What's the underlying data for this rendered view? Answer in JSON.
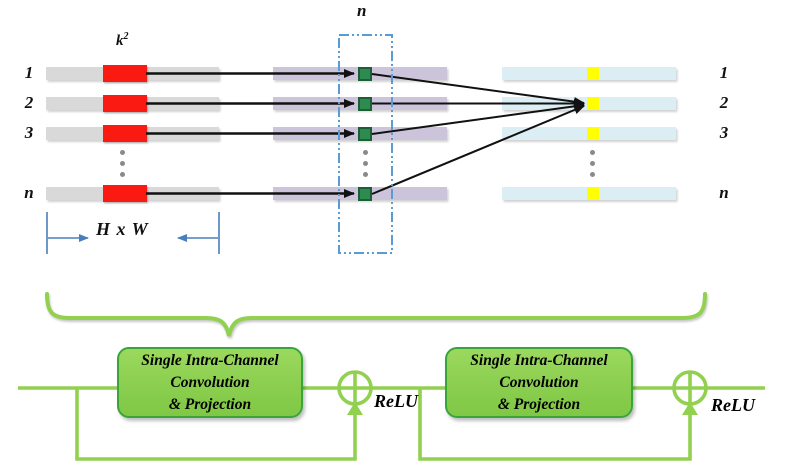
{
  "palette": {
    "green_line": "#92d050",
    "box_border_green": "#3aa43c",
    "box_fill_green": "#8ed052",
    "red_segment": "#fb1a12",
    "gray_bar": "#d9d9d9",
    "purple_bar": "#cbc4da",
    "light_blue_bar": "#daeef3",
    "yellow_square": "#ffff00",
    "green_square_fill": "#2e8b50",
    "green_square_border": "#1b5e38",
    "dashdot_box_blue": "#5b9bd5",
    "dimension_marker_blue": "#4a7ebb",
    "dot_gray": "#8a8a8a",
    "arrow_black": "#111111"
  },
  "top": {
    "kernel_label_base": "k",
    "kernel_label_exponent": "2",
    "column_count_label": "n",
    "left_row_labels": [
      "1",
      "2",
      "3",
      "n"
    ],
    "right_row_labels": [
      "1",
      "2",
      "3",
      "n"
    ],
    "dimension_label": "H x W"
  },
  "bottom": {
    "block1": {
      "line1": "Single Intra-Channel",
      "line2": "Convolution",
      "line3": "& Projection"
    },
    "block2": {
      "line1": "Single Intra-Channel",
      "line2": "Convolution",
      "line3": "& Projection"
    },
    "relu1_label": "ReLU",
    "relu2_label": "ReLU"
  }
}
